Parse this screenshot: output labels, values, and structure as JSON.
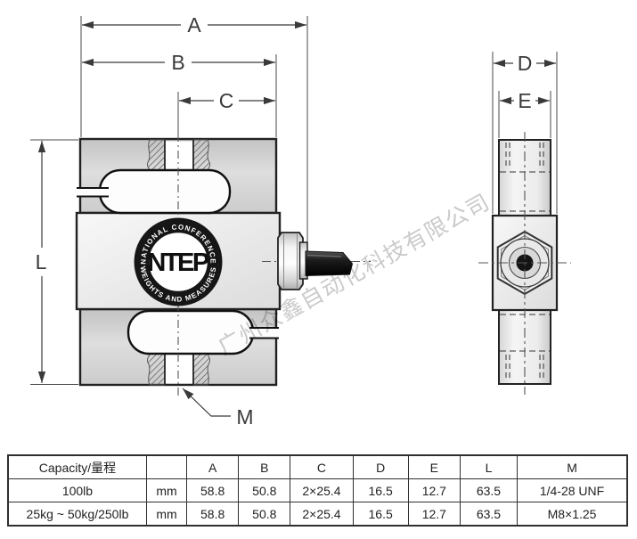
{
  "labels": {
    "a": "A",
    "b": "B",
    "c": "C",
    "d": "D",
    "e": "E",
    "l": "L",
    "m": "M"
  },
  "logo": {
    "center": "NTEP",
    "arc_top": "· NATIONAL CONFERENCE ·",
    "arc_bottom": "WEIGHTS AND MEASURES"
  },
  "watermark": {
    "text": "广州众鑫自动化科技有限公司"
  },
  "table": {
    "headers": [
      "Capacity/量程",
      "",
      "A",
      "B",
      "C",
      "D",
      "E",
      "L",
      "M"
    ],
    "rows": [
      [
        "100lb",
        "mm",
        "58.8",
        "50.8",
        "2×25.4",
        "16.5",
        "12.7",
        "63.5",
        "1/4-28 UNF"
      ],
      [
        "25kg ~ 50kg/250lb",
        "mm",
        "58.8",
        "50.8",
        "2×25.4",
        "16.5",
        "12.7",
        "63.5",
        "M8×1.25"
      ]
    ]
  },
  "colors": {
    "outline": "#2b2b2b",
    "dim_line": "#4a4a4a",
    "body_gray": "#d9d9d9",
    "cable_black": "#1b1b1b",
    "logo_ring": "#161616",
    "watermark_gray": "#a9a9a9"
  }
}
